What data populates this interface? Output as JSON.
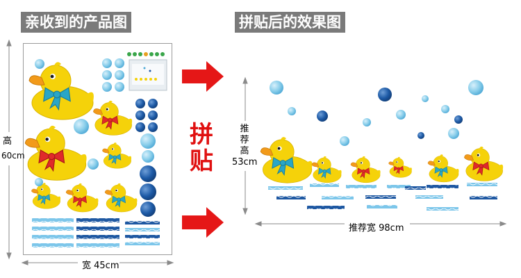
{
  "labels": {
    "left_title": "亲收到的产品图",
    "right_title": "拼贴后的效果图",
    "paste_chars": [
      "拼",
      "贴"
    ],
    "left_height_chars": [
      "高"
    ],
    "left_height_value": "60cm",
    "left_width": "宽 45cm",
    "right_height_chars": [
      "推",
      "荐",
      "高"
    ],
    "right_height_value": "53cm",
    "right_width": "推荐宽 98cm"
  },
  "colors": {
    "duck_yellow": "#f5d20a",
    "beak_orange": "#f29a1a",
    "bow_teal": "#2aa6c6",
    "bow_red": "#e02a2a",
    "bubble_light": "#87cdea",
    "bubble_dark": "#1d5aa6",
    "arrow_red": "#e51717",
    "title_bg": "#7a7a7a"
  },
  "icons": [
    "product-thumbnail-icon",
    "arrow-right-icon"
  ]
}
